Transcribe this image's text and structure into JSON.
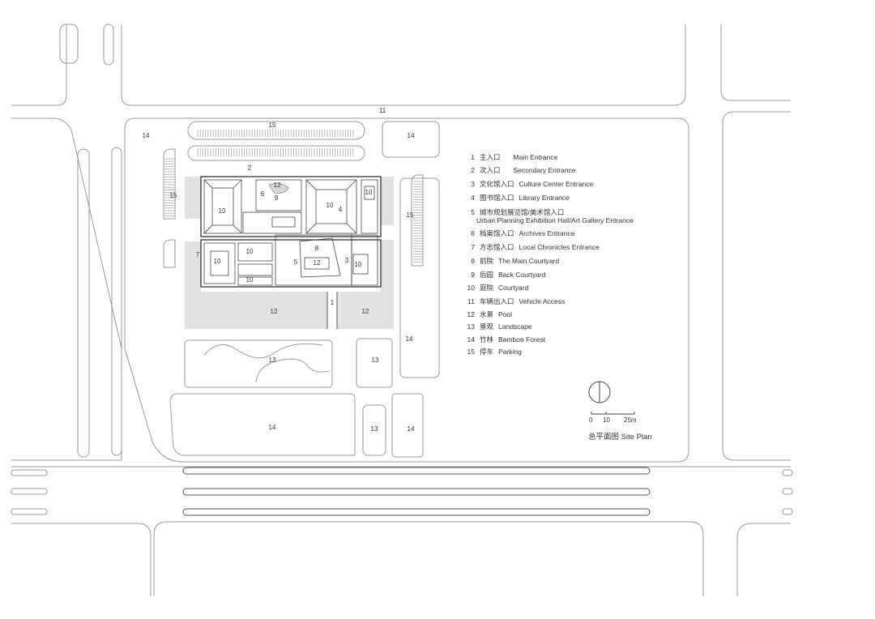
{
  "plan_numbers": {
    "n1": "1",
    "n2": "2",
    "n3": "3",
    "n4": "4",
    "n5": "5",
    "n6": "6",
    "n7": "7",
    "n8": "8",
    "n9": "9",
    "n10": "10",
    "n11": "11",
    "n12": "12",
    "n13": "13",
    "n14": "14",
    "n15": "15"
  },
  "legend": [
    {
      "num": "1",
      "cn": "主入口",
      "en": "Main Entrance"
    },
    {
      "num": "2",
      "cn": "次入口",
      "en": "Secondary Entrance"
    },
    {
      "num": "3",
      "cn": "文化馆入口",
      "en": "Culture Center Entrance"
    },
    {
      "num": "4",
      "cn": "图书馆入口",
      "en": "Library Entrance"
    },
    {
      "num": "5",
      "cn": "城市规划展览馆/美术馆入口",
      "en": "Urban Planning Exhibition Hall/Art Gallery Entrance"
    },
    {
      "num": "6",
      "cn": "档案馆入口",
      "en": "Archives Entrance"
    },
    {
      "num": "7",
      "cn": "方志馆入口",
      "en": "Local Chronicles Entrance"
    },
    {
      "num": "8",
      "cn": "前院",
      "en": "The Main Courtyard"
    },
    {
      "num": "9",
      "cn": "后园",
      "en": "Back Courtyard"
    },
    {
      "num": "10",
      "cn": "庭院",
      "en": "Courtyard"
    },
    {
      "num": "11",
      "cn": "车辆出入口",
      "en": "Vehicle Access"
    },
    {
      "num": "12",
      "cn": "水景",
      "en": "Pool"
    },
    {
      "num": "13",
      "cn": "景观",
      "en": "Landscape"
    },
    {
      "num": "14",
      "cn": "竹林",
      "en": "Bamboo Forest"
    },
    {
      "num": "15",
      "cn": "停车",
      "en": "Parking"
    }
  ],
  "scale_bar": {
    "t0": "0",
    "t1": "10",
    "t2": "25m"
  },
  "caption": "总平面图 Site Plan"
}
